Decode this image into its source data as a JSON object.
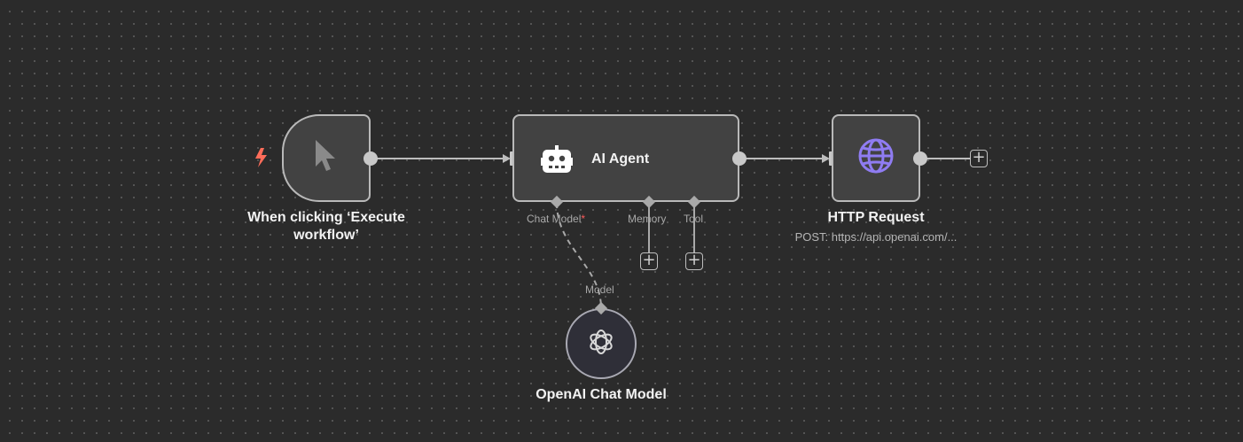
{
  "canvas": {
    "background": "#2b2b2b",
    "dot_color": "#5a5a5a"
  },
  "nodes": {
    "trigger": {
      "label_line1": "When clicking ‘Execute",
      "label_line2": "workflow’",
      "icon": "cursor-pointer-icon",
      "badge_icon": "lightning-bolt-icon",
      "badge_color": "#ff6d5a"
    },
    "agent": {
      "title": "AI Agent",
      "icon": "robot-icon",
      "ports": {
        "chat_model": "Chat Model",
        "required_marker": "*",
        "memory": "Memory",
        "tool": "Tool"
      }
    },
    "http": {
      "label": "HTTP Request",
      "subtitle": "POST: https://api.openai.com/...",
      "icon": "globe-icon",
      "icon_color": "#8f7cf2"
    },
    "openai": {
      "label": "OpenAI Chat Model",
      "port_label": "Model",
      "icon": "openai-logo-icon"
    }
  },
  "buttons": {
    "add_symbol": "+"
  }
}
